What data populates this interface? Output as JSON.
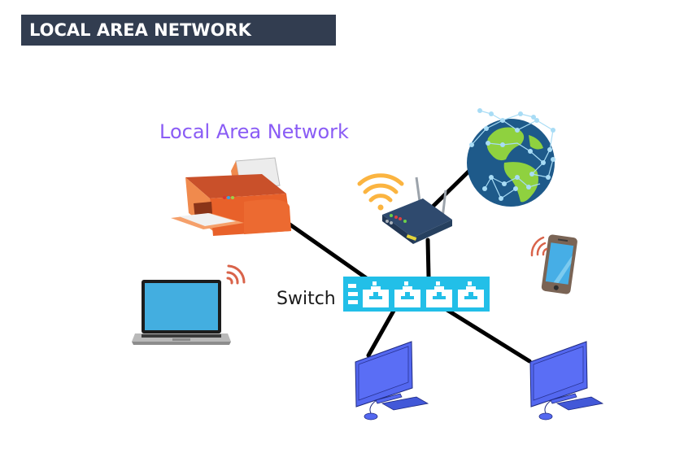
{
  "header": {
    "title": "LOCAL AREA NETWORK"
  },
  "diagram": {
    "heading": "Local Area Network",
    "switch_label": "Switch",
    "nodes": [
      {
        "id": "printer",
        "icon": "printer-icon"
      },
      {
        "id": "router",
        "icon": "wifi-router-icon"
      },
      {
        "id": "internet",
        "icon": "globe-icon"
      },
      {
        "id": "switch",
        "icon": "network-switch-icon",
        "ports": 4
      },
      {
        "id": "laptop",
        "icon": "laptop-icon",
        "wireless": true
      },
      {
        "id": "smartphone",
        "icon": "smartphone-icon",
        "wireless": true
      },
      {
        "id": "desktop-1",
        "icon": "desktop-computer-icon"
      },
      {
        "id": "desktop-2",
        "icon": "desktop-computer-icon"
      }
    ],
    "connections": [
      {
        "from": "printer",
        "to": "switch"
      },
      {
        "from": "router",
        "to": "switch"
      },
      {
        "from": "router",
        "to": "internet"
      },
      {
        "from": "switch",
        "to": "desktop-1"
      },
      {
        "from": "switch",
        "to": "desktop-2"
      }
    ],
    "colors": {
      "title_bg": "#323d50",
      "heading": "#8a5cf5",
      "switch": "#22bfe8",
      "printer": "#e8612a",
      "router": "#2f4a6e",
      "wifi": "#fbb440",
      "desktop": "#5468f0",
      "globe_ocean": "#1e5a8a",
      "globe_land": "#8fd13f",
      "wireless_waves": "#d9634a"
    }
  }
}
